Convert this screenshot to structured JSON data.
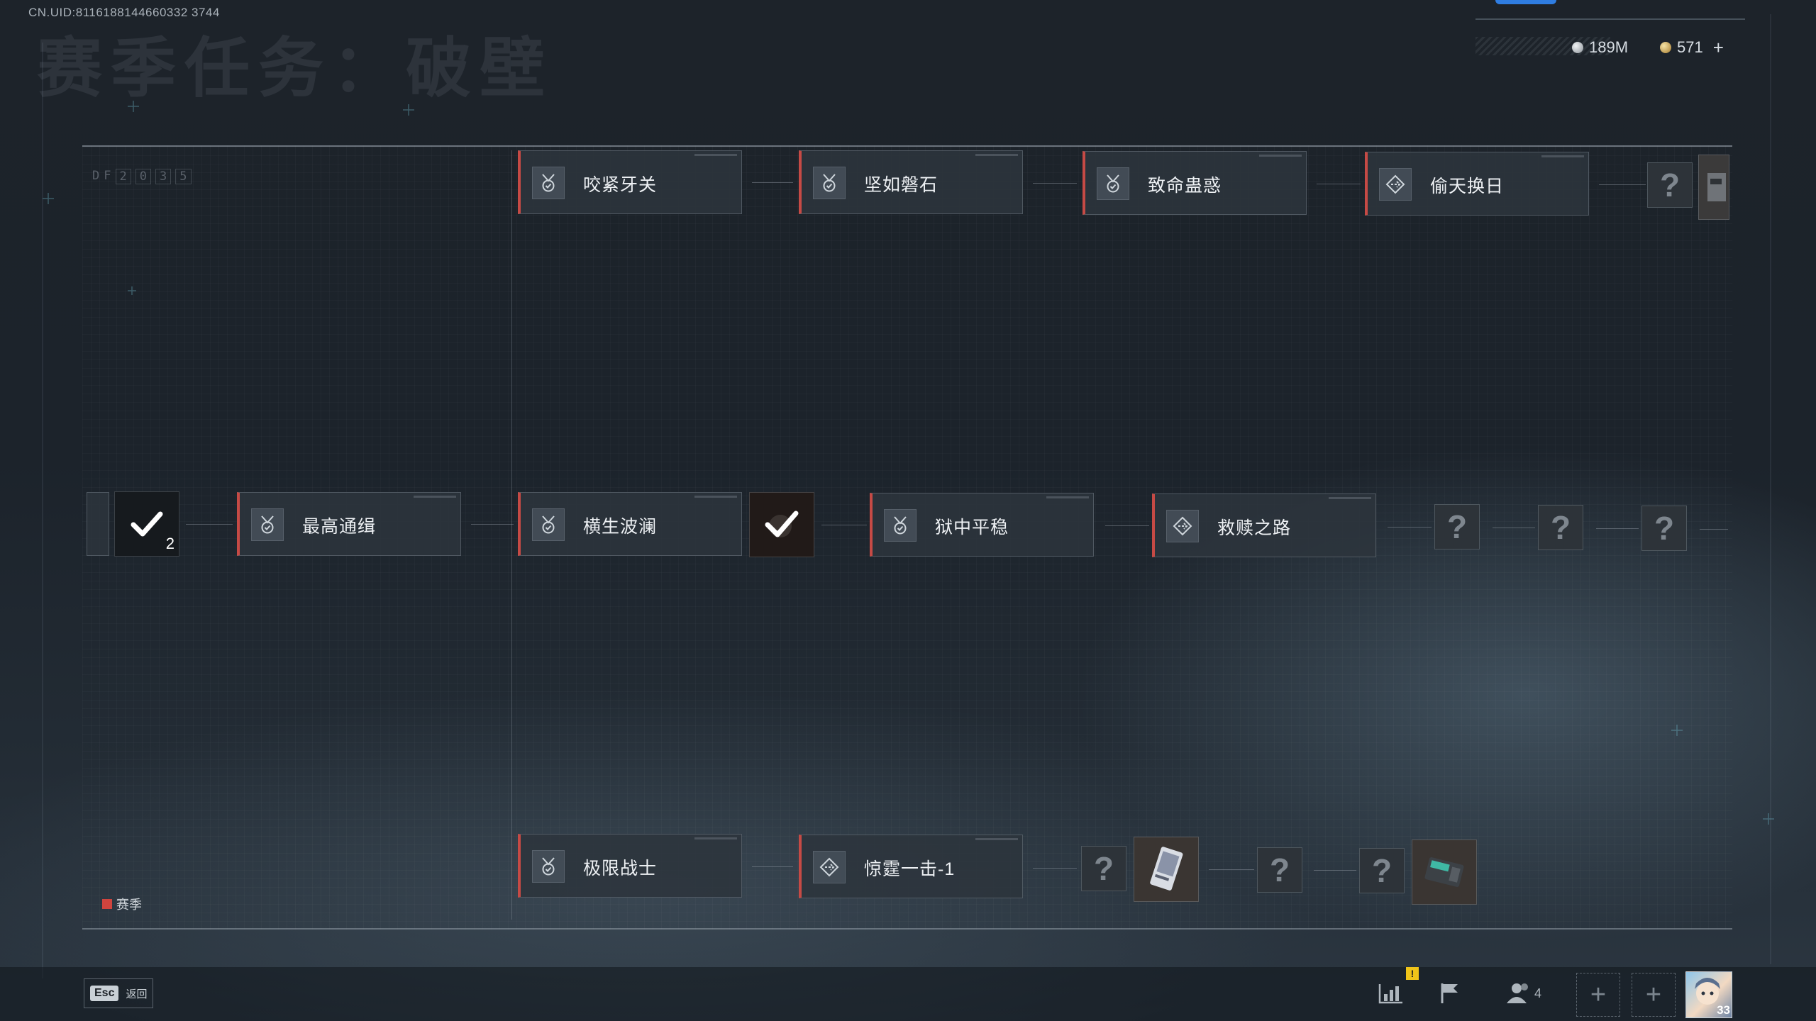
{
  "header": {
    "uid": "CN.UID:8116188144660332 3744",
    "title": "赛季任务：破壁",
    "currency_silver": "189M",
    "currency_gold": "571"
  },
  "tasks": [
    {
      "name": "咬紧牙关",
      "icon": "medal-check-icon"
    },
    {
      "name": "坚如磐石",
      "icon": "medal-check-icon"
    },
    {
      "name": "致命蛊惑",
      "icon": "medal-check-icon"
    },
    {
      "name": "偷天换日",
      "icon": "diamond-arrow-icon"
    },
    {
      "name": "最高通缉",
      "icon": "medal-check-icon"
    },
    {
      "name": "横生波澜",
      "icon": "medal-check-icon"
    },
    {
      "name": "狱中平稳",
      "icon": "medal-check-icon"
    },
    {
      "name": "救赎之路",
      "icon": "diamond-arrow-icon"
    },
    {
      "name": "极限战士",
      "icon": "medal-check-icon"
    },
    {
      "name": "惊霆一击-1",
      "icon": "diamond-arrow-icon"
    }
  ],
  "unknown_mark": "?",
  "completed_reward_count": "2",
  "legend": {
    "label": "赛季",
    "color": "#d0443e"
  },
  "footer": {
    "esc_key": "Esc",
    "esc_label": "返回",
    "friends_count": "4",
    "alert_mark": "!",
    "avatar_level": "33"
  },
  "colors": {
    "accent_red": "#c64a45",
    "top_accent_blue": "#2f7de1"
  }
}
